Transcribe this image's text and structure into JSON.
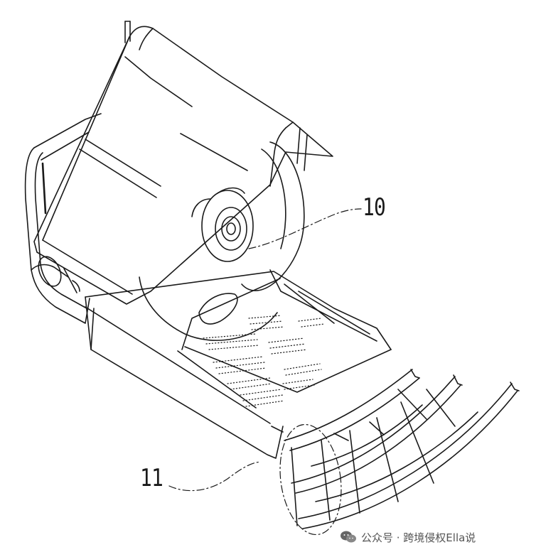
{
  "figure": {
    "reference_numerals": [
      {
        "id": "10",
        "text": "10"
      },
      {
        "id": "11",
        "text": "11"
      }
    ]
  },
  "watermark": {
    "text": "公众号 · 跨境侵权Ella说",
    "icon": "wechat-icon"
  },
  "colors": {
    "line": "#1a1a1a",
    "background": "#ffffff",
    "watermark": "#555555"
  }
}
